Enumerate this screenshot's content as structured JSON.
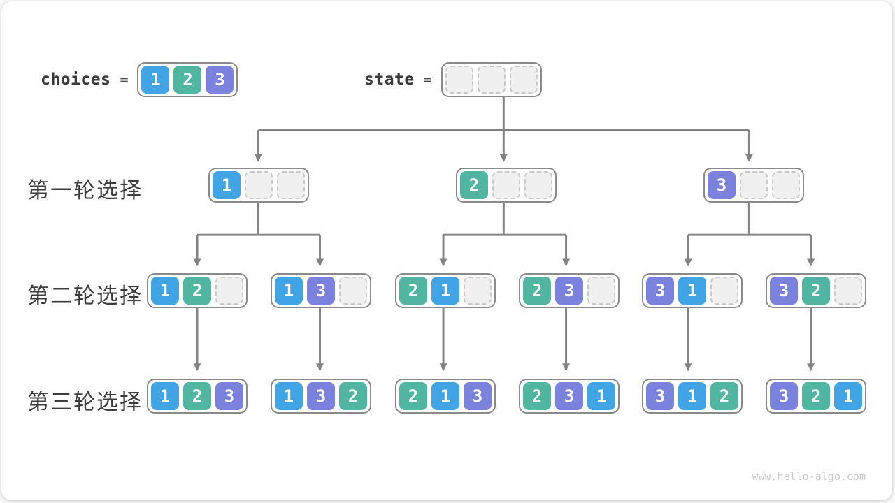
{
  "site": {
    "watermark": "www.hello-algo.com"
  },
  "colors": {
    "1": "#41a4e4",
    "2": "#50b6a2",
    "3": "#7a82dd",
    "line": "#838383"
  },
  "header": {
    "choices": {
      "label": "choices",
      "equals": "=",
      "cells": [
        1,
        2,
        3
      ]
    },
    "state": {
      "label": "state",
      "equals": "=",
      "cells": [
        null,
        null,
        null
      ]
    }
  },
  "rows": [
    {
      "label": "第一轮选择",
      "nodes": [
        [
          1,
          null,
          null
        ],
        [
          2,
          null,
          null
        ],
        [
          3,
          null,
          null
        ]
      ]
    },
    {
      "label": "第二轮选择",
      "nodes": [
        [
          1,
          2,
          null
        ],
        [
          1,
          3,
          null
        ],
        [
          2,
          1,
          null
        ],
        [
          2,
          3,
          null
        ],
        [
          3,
          1,
          null
        ],
        [
          3,
          2,
          null
        ]
      ]
    },
    {
      "label": "第三轮选择",
      "nodes": [
        [
          1,
          2,
          3
        ],
        [
          1,
          3,
          2
        ],
        [
          2,
          1,
          3
        ],
        [
          2,
          3,
          1
        ],
        [
          3,
          1,
          2
        ],
        [
          3,
          2,
          1
        ]
      ]
    }
  ]
}
